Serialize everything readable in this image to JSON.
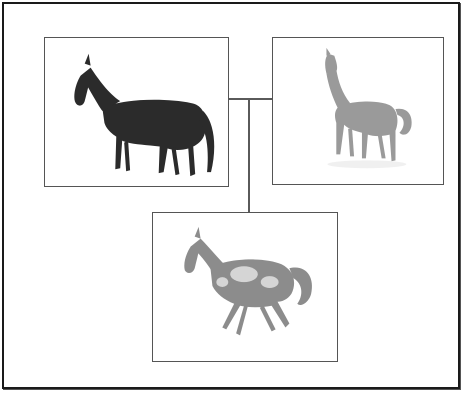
{
  "diagram": {
    "type": "family-tree",
    "nodes": [
      {
        "id": "parent-1",
        "icon": "dark-horse-standing-icon",
        "color": "#2b2b2b"
      },
      {
        "id": "parent-2",
        "icon": "light-horse-standing-icon",
        "color": "#9a9a9a"
      },
      {
        "id": "offspring",
        "icon": "pinto-horse-trotting-icon",
        "color": "#8c8c8c"
      }
    ],
    "edges": [
      {
        "from": "parent-1",
        "to": "parent-2"
      },
      {
        "from": "parent-1",
        "to": "offspring"
      },
      {
        "from": "parent-2",
        "to": "offspring"
      }
    ]
  }
}
